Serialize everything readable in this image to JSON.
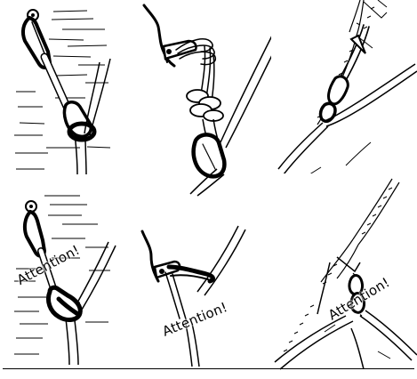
{
  "figure": {
    "panels": [
      {
        "id": "top-left",
        "warning": false
      },
      {
        "id": "top-middle",
        "warning": false
      },
      {
        "id": "top-right",
        "warning": false
      },
      {
        "id": "bottom-left",
        "warning": true
      },
      {
        "id": "bottom-middle",
        "warning": true
      },
      {
        "id": "bottom-right",
        "warning": true
      }
    ],
    "warnings": {
      "bottom_left": "Attention!",
      "bottom_middle": "Attention!",
      "bottom_right": "Attention!"
    },
    "colors": {
      "ink": "#000000",
      "background": "#ffffff"
    }
  }
}
